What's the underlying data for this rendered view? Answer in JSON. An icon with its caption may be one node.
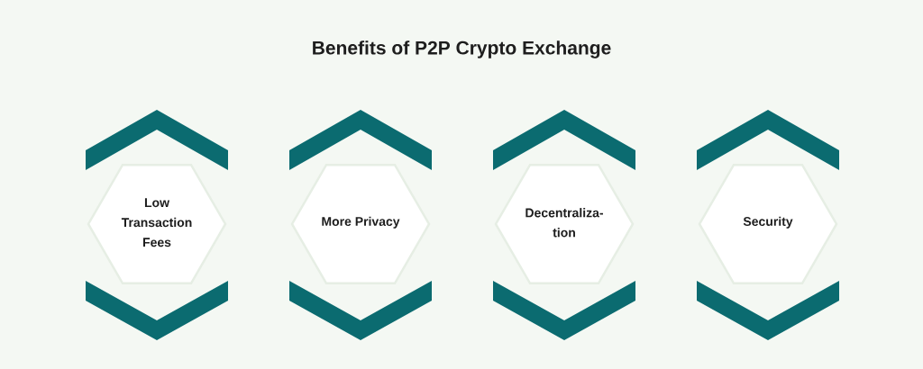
{
  "diagram": {
    "title": "Benefits of P2P Crypto Exchange",
    "nodes": [
      {
        "text": [
          "Low Transaction Fees"
        ]
      },
      {
        "text": [
          "More Privacy"
        ]
      },
      {
        "text": [
          "Decentraliza- tion"
        ]
      },
      {
        "text": [
          "Security"
        ]
      }
    ]
  }
}
